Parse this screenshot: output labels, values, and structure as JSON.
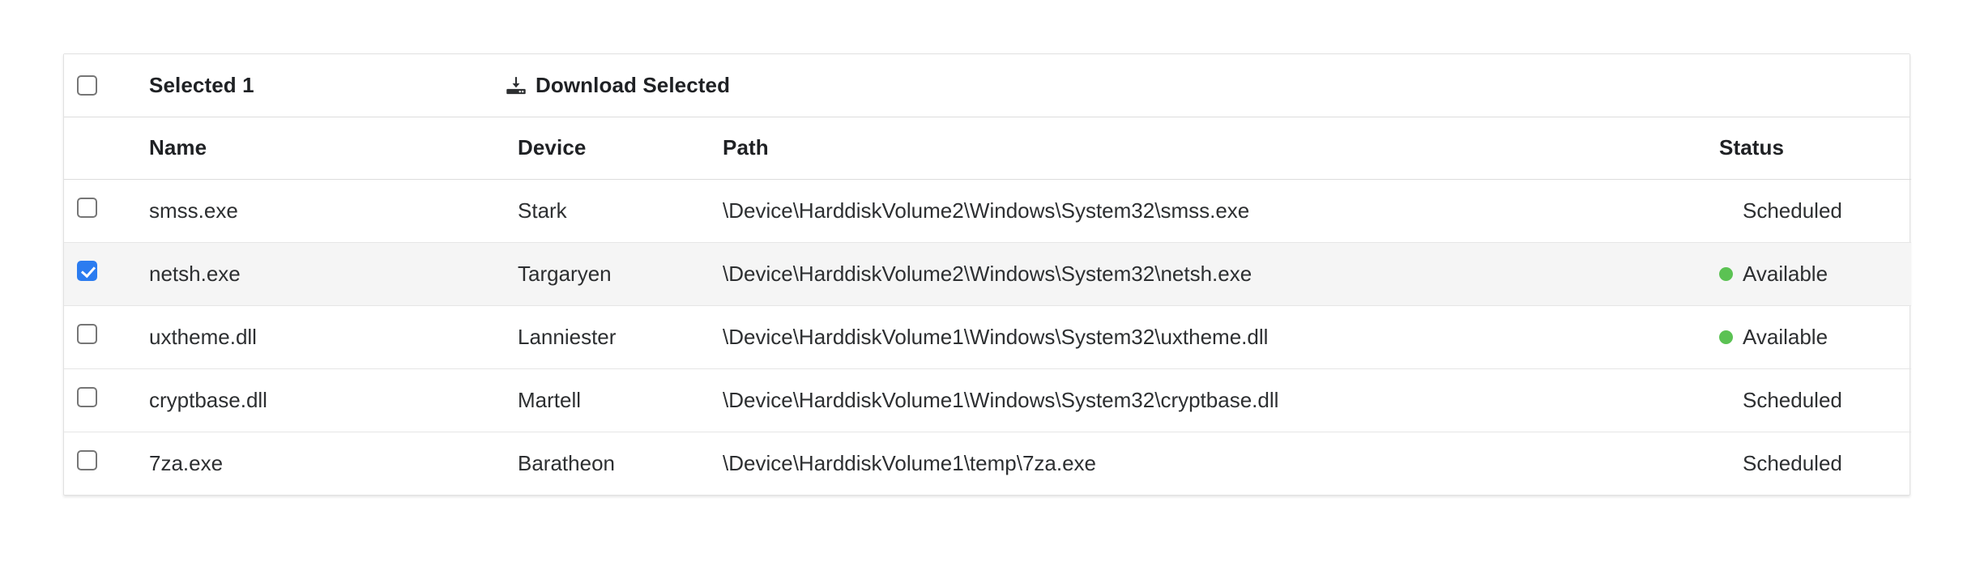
{
  "toolbar": {
    "select_all_checked": false,
    "selected_label": "Selected 1",
    "download_label": "Download Selected",
    "download_icon": "download-icon"
  },
  "table": {
    "columns": [
      "Name",
      "Device",
      "Path",
      "Status"
    ],
    "rows": [
      {
        "checked": false,
        "name": "smss.exe",
        "device": "Stark",
        "path": "\\Device\\HarddiskVolume2\\Windows\\System32\\smss.exe",
        "status": "Scheduled",
        "status_dot": false
      },
      {
        "checked": true,
        "name": "netsh.exe",
        "device": "Targaryen",
        "path": "\\Device\\HarddiskVolume2\\Windows\\System32\\netsh.exe",
        "status": "Available",
        "status_dot": true
      },
      {
        "checked": false,
        "name": "uxtheme.dll",
        "device": "Lanniester",
        "path": "\\Device\\HarddiskVolume1\\Windows\\System32\\uxtheme.dll",
        "status": "Available",
        "status_dot": true
      },
      {
        "checked": false,
        "name": "cryptbase.dll",
        "device": "Martell",
        "path": "\\Device\\HarddiskVolume1\\Windows\\System32\\cryptbase.dll",
        "status": "Scheduled",
        "status_dot": false
      },
      {
        "checked": false,
        "name": "7za.exe",
        "device": "Baratheon",
        "path": "\\Device\\HarddiskVolume1\\temp\\7za.exe",
        "status": "Scheduled",
        "status_dot": false
      }
    ]
  },
  "colors": {
    "checkbox_checked": "#2b7cf0",
    "status_available_dot": "#5bc253",
    "selected_row_bg": "#f5f5f5",
    "card_border": "#e1e1e1",
    "text": "#1f2124"
  }
}
